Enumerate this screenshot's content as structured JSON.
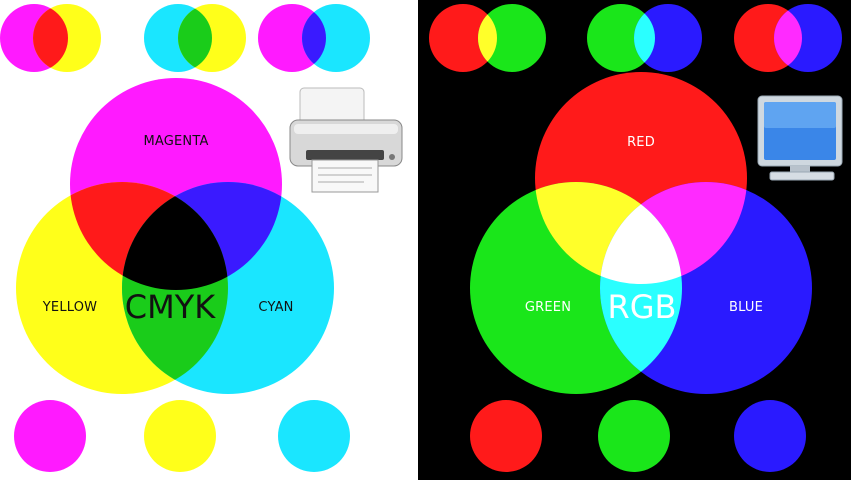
{
  "cmyk": {
    "title": "CMYK",
    "labels": {
      "magenta": "MAGENTA",
      "yellow": "YELLOW",
      "cyan": "CYAN"
    },
    "colors": {
      "magenta": "#ff1aff",
      "yellow": "#ffff1a",
      "cyan": "#1ae6ff",
      "red": "#ff1a1a",
      "green": "#1acc1a",
      "blue": "#3a1aff",
      "black": "#000000"
    },
    "background": "#ffffff",
    "pair_swatches": [
      "magenta+yellow",
      "cyan+yellow",
      "magenta+cyan"
    ],
    "single_swatches": [
      "magenta",
      "yellow",
      "cyan"
    ],
    "device_icon": "printer-icon"
  },
  "rgb": {
    "title": "RGB",
    "labels": {
      "red": "RED",
      "green": "GREEN",
      "blue": "BLUE"
    },
    "colors": {
      "red": "#ff1a1a",
      "green": "#1ae61a",
      "blue": "#2a1aff",
      "yellow": "#ffff2a",
      "magenta": "#ff2aff",
      "cyan": "#2affff",
      "white": "#ffffff"
    },
    "background": "#000000",
    "pair_swatches": [
      "red+green",
      "green+blue",
      "red+blue"
    ],
    "single_swatches": [
      "red",
      "green",
      "blue"
    ],
    "device_icon": "monitor-icon"
  }
}
